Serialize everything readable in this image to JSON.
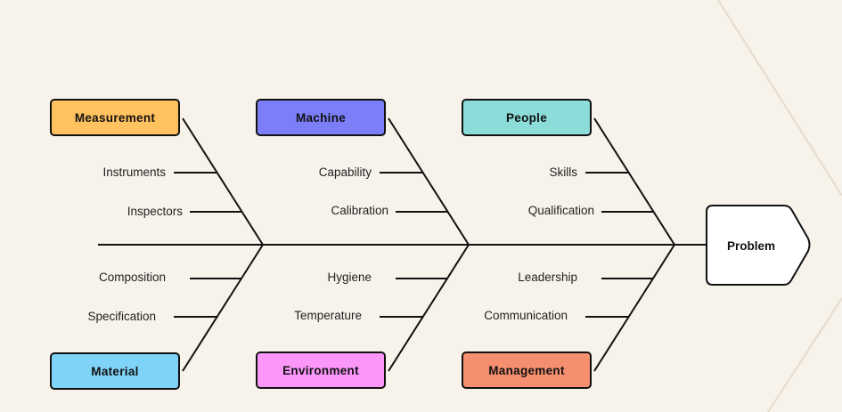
{
  "colors": {
    "background": "#f7f3eb",
    "line": "#111111",
    "decor_line": "#e3dccb"
  },
  "problem": {
    "label": "Problem",
    "fill": "#ffffff"
  },
  "categories": {
    "measurement": {
      "label": "Measurement",
      "fill": "#ffc25e"
    },
    "machine": {
      "label": "Machine",
      "fill": "#7b7ef7"
    },
    "people": {
      "label": "People",
      "fill": "#8cdcd9"
    },
    "material": {
      "label": "Material",
      "fill": "#7fd3f7"
    },
    "environment": {
      "label": "Environment",
      "fill": "#fa97f9"
    },
    "management": {
      "label": "Management",
      "fill": "#f68f6f"
    }
  },
  "causes": {
    "measurement": [
      "Instruments",
      "Inspectors"
    ],
    "machine": [
      "Capability",
      "Calibration"
    ],
    "people": [
      "Skills",
      "Qualification"
    ],
    "material": [
      "Composition",
      "Specification"
    ],
    "environment": [
      "Hygiene",
      "Temperature"
    ],
    "management": [
      "Leadership",
      "Communication"
    ]
  }
}
